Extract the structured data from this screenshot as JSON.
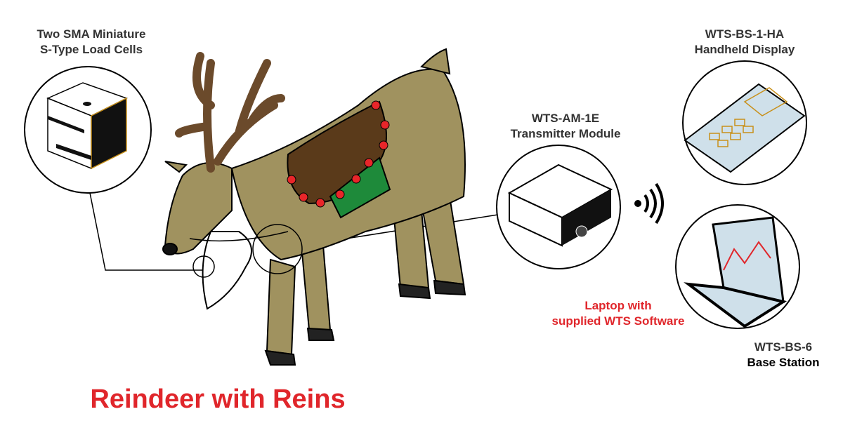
{
  "labels": {
    "load_cells": [
      "Two SMA Miniature",
      "S-Type Load Cells"
    ],
    "transmitter": [
      "WTS-AM-1E",
      "Transmitter Module"
    ],
    "handheld": [
      "WTS-BS-1-HA",
      "Handheld Display"
    ],
    "base_station": [
      "WTS-BS-6",
      "Base Station"
    ],
    "laptop": [
      "Laptop with",
      "supplied WTS Software"
    ],
    "title": "Reindeer with Reins"
  },
  "colors": {
    "reindeer_body": "#a0925f",
    "antler": "#6b4a2b",
    "saddle": "#5a3a1a",
    "blanket": "#1e8a3a",
    "bells": "#e8262a",
    "accent_red": "#e0262b",
    "screen": "#cfe0ea"
  },
  "icons": [
    "load-cell-icon",
    "transmitter-icon",
    "wireless-signal-icon",
    "handheld-display-icon",
    "laptop-icon"
  ]
}
